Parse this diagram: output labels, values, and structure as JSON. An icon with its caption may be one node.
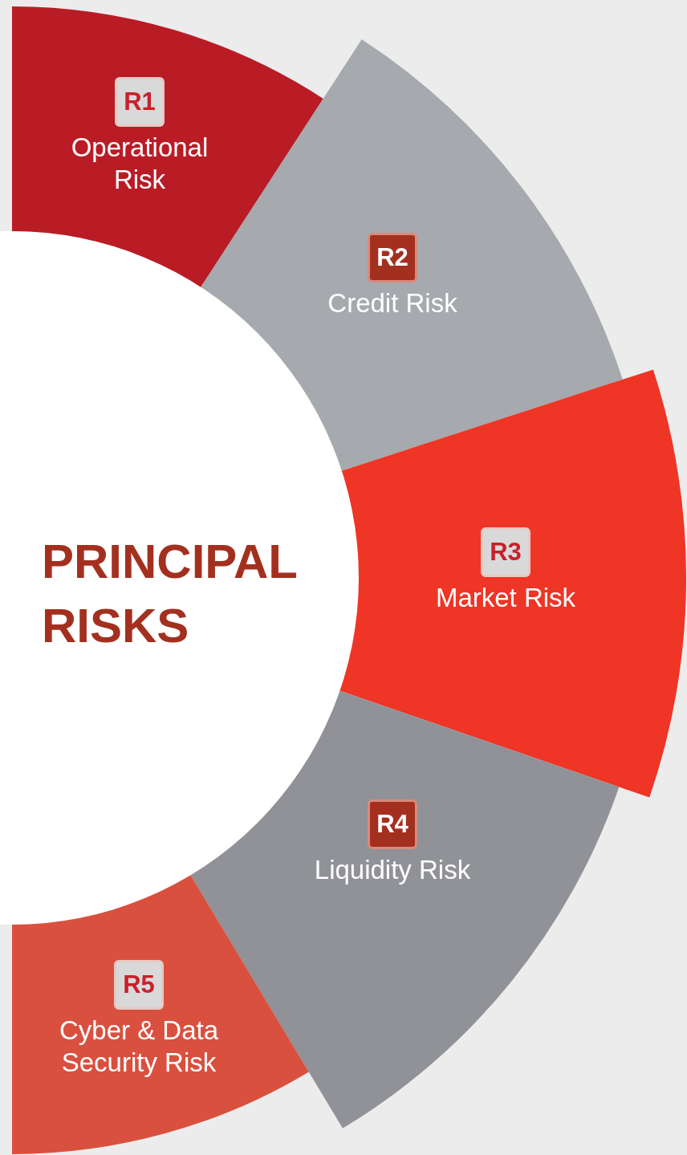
{
  "diagram": {
    "nodes": [
      {
        "text": [
          "R1",
          "Operational Risk"
        ]
      },
      {
        "text": [
          "R2",
          "Credit Risk"
        ]
      },
      {
        "text": [
          "R3",
          "Market Risk"
        ]
      },
      {
        "text": [
          "R4",
          "Liquidity Risk"
        ]
      },
      {
        "text": [
          "R5",
          "Cyber & Data Security Risk"
        ]
      },
      {
        "text": [
          "PRINCIPAL RISKS"
        ]
      }
    ]
  }
}
